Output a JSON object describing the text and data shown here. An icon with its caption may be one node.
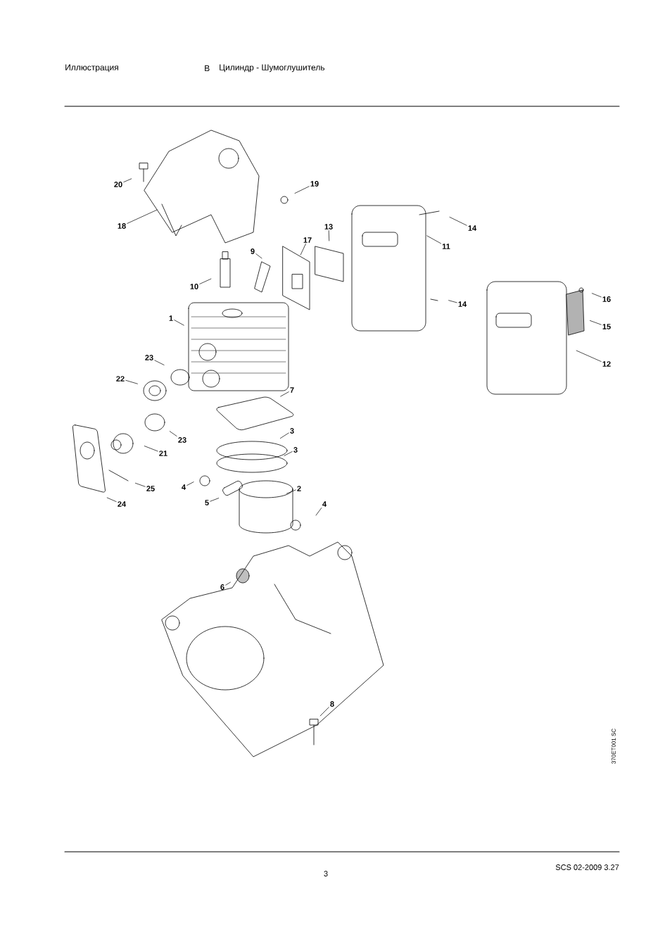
{
  "diagram": {
    "nodes": [
      {
        "text": [
          "20"
        ]
      },
      {
        "text": [
          "19"
        ]
      },
      {
        "text": [
          "18"
        ]
      },
      {
        "text": [
          "13"
        ]
      },
      {
        "text": [
          "17"
        ]
      },
      {
        "text": [
          "14"
        ]
      },
      {
        "text": [
          "11"
        ]
      },
      {
        "text": [
          "9"
        ]
      },
      {
        "text": [
          "10"
        ]
      },
      {
        "text": [
          "14"
        ]
      },
      {
        "text": [
          "16"
        ]
      },
      {
        "text": [
          "1"
        ]
      },
      {
        "text": [
          "15"
        ]
      },
      {
        "text": [
          "23"
        ]
      },
      {
        "text": [
          "12"
        ]
      },
      {
        "text": [
          "22"
        ]
      },
      {
        "text": [
          "7"
        ]
      },
      {
        "text": [
          "23"
        ]
      },
      {
        "text": [
          "3"
        ]
      },
      {
        "text": [
          "21"
        ]
      },
      {
        "text": [
          "3"
        ]
      },
      {
        "text": [
          "4"
        ]
      },
      {
        "text": [
          "25"
        ]
      },
      {
        "text": [
          "2"
        ]
      },
      {
        "text": [
          "4"
        ]
      },
      {
        "text": [
          "5"
        ]
      },
      {
        "text": [
          "24"
        ]
      },
      {
        "text": [
          "6"
        ]
      },
      {
        "text": [
          "8"
        ]
      }
    ],
    "edges": [
      {
        "from": 0,
        "to": null,
        "arrow": "none"
      },
      {
        "from": 1,
        "to": null,
        "arrow": "none"
      },
      {
        "from": 2,
        "to": null,
        "arrow": "none"
      },
      {
        "from": 3,
        "to": null,
        "arrow": "none"
      },
      {
        "from": 4,
        "to": null,
        "arrow": "none"
      },
      {
        "from": 5,
        "to": null,
        "arrow": "none"
      },
      {
        "from": 6,
        "to": null,
        "arrow": "none"
      },
      {
        "from": 7,
        "to": null,
        "arrow": "none"
      },
      {
        "from": 8,
        "to": null,
        "arrow": "none"
      },
      {
        "from": 9,
        "to": null,
        "arrow": "none"
      },
      {
        "from": 10,
        "to": null,
        "arrow": "none"
      },
      {
        "from": 11,
        "to": null,
        "arrow": "none"
      },
      {
        "from": 12,
        "to": null,
        "arrow": "none"
      },
      {
        "from": 13,
        "to": null,
        "arrow": "none"
      },
      {
        "from": 14,
        "to": null,
        "arrow": "none"
      },
      {
        "from": 15,
        "to": null,
        "arrow": "none"
      },
      {
        "from": 16,
        "to": null,
        "arrow": "none"
      },
      {
        "from": 17,
        "to": null,
        "arrow": "none"
      },
      {
        "from": 18,
        "to": null,
        "arrow": "none"
      },
      {
        "from": 19,
        "to": null,
        "arrow": "none"
      },
      {
        "from": 20,
        "to": null,
        "arrow": "none"
      },
      {
        "from": 21,
        "to": null,
        "arrow": "none"
      },
      {
        "from": 22,
        "to": null,
        "arrow": "none"
      },
      {
        "from": 23,
        "to": null,
        "arrow": "none"
      },
      {
        "from": 24,
        "to": null,
        "arrow": "none"
      },
      {
        "from": 25,
        "to": null,
        "arrow": "none"
      },
      {
        "from": 26,
        "to": null,
        "arrow": "none"
      },
      {
        "from": 27,
        "to": null,
        "arrow": "none"
      },
      {
        "from": 28,
        "to": null,
        "arrow": "none"
      }
    ],
    "labels": [
      "Иллюстрация",
      "B",
      "Цилиндр - Шумоглушитель",
      "370ET001 SC",
      "3",
      "SCS 02-2009 3.27"
    ]
  }
}
